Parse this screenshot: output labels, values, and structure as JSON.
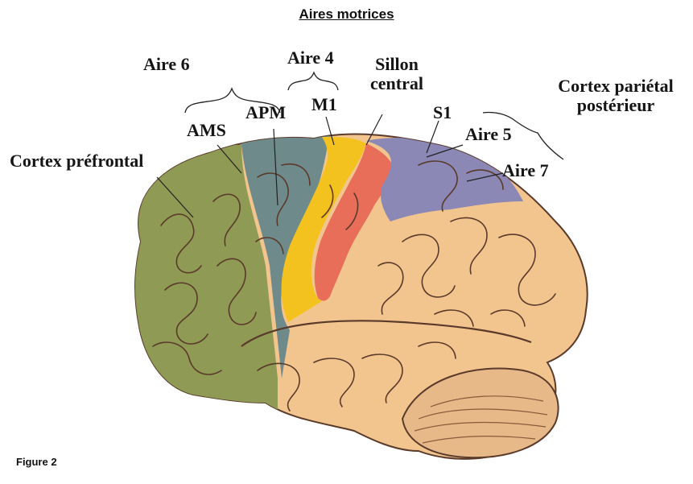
{
  "title": "Aires motrices",
  "caption": "Figure 2",
  "labels": {
    "aire6": "Aire 6",
    "aire4": "Aire 4",
    "sillon_central_line1": "Sillon",
    "sillon_central_line2": "central",
    "cortex_parietal_line1": "Cortex pariétal",
    "cortex_parietal_line2": "postérieur",
    "apm": "APM",
    "m1": "M1",
    "s1": "S1",
    "ams": "AMS",
    "aire5": "Aire 5",
    "aire7": "Aire 7",
    "cortex_prefrontal": "Cortex préfrontal"
  },
  "colors": {
    "prefrontal": "#8f9a55",
    "premotor": "#6f8a8a",
    "m1": "#f4c21f",
    "s1": "#e86e5a",
    "parietal": "#8b88b6",
    "rest_of_cortex": "#f2c58f",
    "cerebellum": "#e7b989",
    "sulcus_lines": "#5a3a2a"
  }
}
